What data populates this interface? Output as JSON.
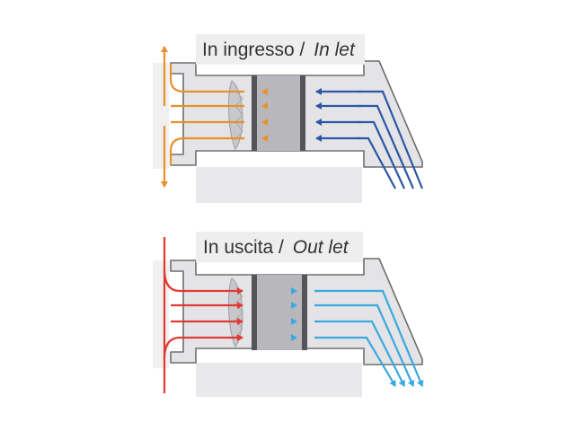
{
  "panels": [
    {
      "id": "inlet",
      "title_it": "In ingresso /",
      "title_en": "In let",
      "left_arrow_color": "#e8902a",
      "right_arrow_color": "#2b57a6",
      "flow": "inward"
    },
    {
      "id": "outlet",
      "title_it": "In uscita /",
      "title_en": "Out let",
      "left_arrow_color": "#e23a32",
      "right_arrow_color": "#3aa8e0",
      "flow": "outward"
    }
  ],
  "colors": {
    "housing_fill": "#e4e4e6",
    "housing_stroke": "#6e6e72",
    "wall_fill": "#f0f0f0",
    "filter_fill": "#b8b8bc",
    "filter_border": "#555559",
    "label_bg": "#eeeeee",
    "lower_block": "#e9e9eb"
  },
  "icons": [
    "fan-icon",
    "filter-core-icon"
  ]
}
